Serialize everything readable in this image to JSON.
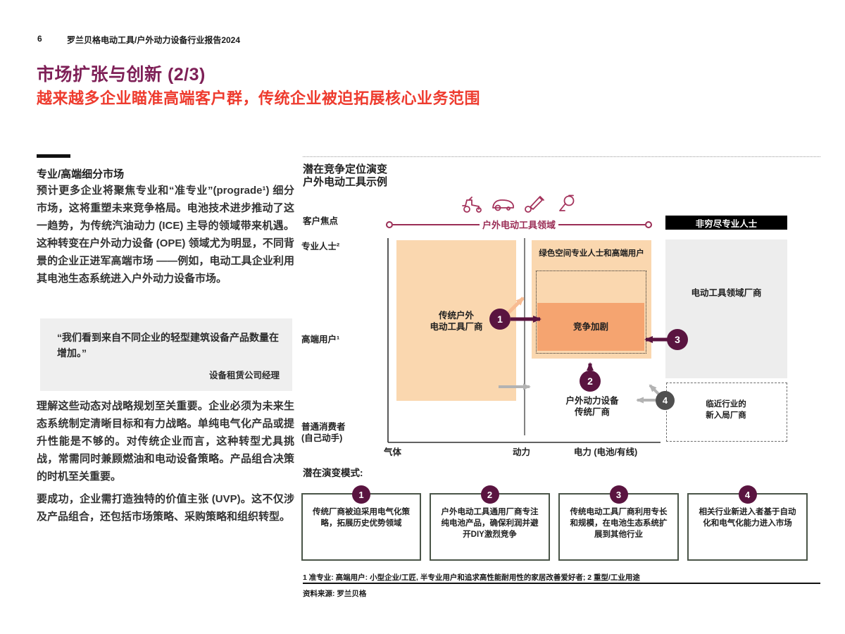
{
  "meta": {
    "page_number": "6",
    "report_title": "罗兰贝格电动工具/户外动力设备行业报告2024"
  },
  "headline": {
    "title": "市场扩张与创新 (2/3)",
    "subtitle": "越来越多企业瞄准高端客户群，传统企业被迫拓展核心业务范围"
  },
  "left_column": {
    "section_heading": "专业/高端细分市场",
    "paragraph1": "预计更多企业将聚焦专业和“准专业”(prograde¹) 细分市场，这将重塑未来竞争格局。电池技术进步推动了这一趋势，为传统汽油动力 (ICE) 主导的领域带来机遇。这种转变在户外动力设备 (OPE) 领域尤为明显，不同背景的企业正进军高端市场 ——例如，电动工具企业利用其电池生态系统进入户外动力设备市场。",
    "quote": "“我们看到来自不同企业的轻型建筑设备产品数量在增加。”",
    "quote_attribution": "设备租赁公司经理",
    "paragraph2": "理解这些动态对战略规划至关重要。企业必须为未来生态系统制定清晰目标和有力战略。单纯电气化产品或提升性能是不够的。对传统企业而言，这种转型尤具挑战，常需同时兼顾燃油和电动设备策略。产品组合决策的时机至关重要。",
    "paragraph3": "要成功，企业需打造独特的价值主张 (UVP)。这不仅涉及产品组合，还包括市场策略、采购策略和组织转型。"
  },
  "diagram": {
    "title_line1": "潜在竞争定位演变",
    "title_line2": "户外电动工具示例",
    "icons": [
      "riding-mower-icon",
      "robot-mower-icon",
      "chainsaw-icon",
      "leaf-blower-icon"
    ],
    "customer_focus_label": "客户焦点",
    "domain_band_label": "户外电动工具领域",
    "non_exhaustive_label": "非穷尽专业人士",
    "y_axis_labels": {
      "top": "专业人士²",
      "middle": "高端用户¹",
      "bottom_line1": "普通消费者",
      "bottom_line2": "(自己动手)"
    },
    "x_axis_labels": {
      "left": "气体",
      "middle": "动力",
      "right": "电力 (电池/有线)"
    },
    "traditional_ope_box_line1": "传统户外",
    "traditional_ope_box_line2": "电动工具厂商",
    "green_space_box_header": "绿色空间专业人士和高端用户",
    "competition_box_label": "竞争加剧",
    "ope_traditional_label_line1": "户外动力设备",
    "ope_traditional_label_line2": "传统厂商",
    "power_tool_players_box": "电动工具领域厂商",
    "adjacent_entrants_line1": "临近行业的",
    "adjacent_entrants_line2": "新入局厂商",
    "markers": {
      "m1": "1",
      "m2": "2",
      "m3": "3",
      "m4": "4"
    }
  },
  "patterns": {
    "heading": "潜在演变模式:",
    "items": [
      {
        "num": "1",
        "text": "传统厂商被迫采用电气化策略，拓展历史优势领域"
      },
      {
        "num": "2",
        "text": "户外电动工具通用厂商专注纯电池产品，确保利润并避开DIY激烈竞争"
      },
      {
        "num": "3",
        "text": "传统电动工具厂商利用专长和规模，在电池生态系统扩展到其他行业"
      },
      {
        "num": "4",
        "text": "相关行业新进入者基于自动化和电气化能力进入市场"
      }
    ]
  },
  "footer": {
    "footnote": "1 准专业: 高端用户: 小型企业/工匠, 半专业用户和追求高性能耐用性的家居改善爱好者; 2 重型/工业用途",
    "source": "资料来源: 罗兰贝格"
  },
  "colors": {
    "title_purple": "#7E2057",
    "subtitle_red": "#EE3B2E",
    "marker_purple": "#5A1440",
    "band_maroon": "#9A2D55",
    "peach_fill": "#FAD7AF",
    "orange_fill": "#F5A470",
    "peach_arrow": "#F8BC92",
    "gray_box": "#EDEDED",
    "gray_arrow": "#B3B3B3",
    "gray_circle": "#4F4F4F",
    "pattern_border": "#4A5548"
  }
}
